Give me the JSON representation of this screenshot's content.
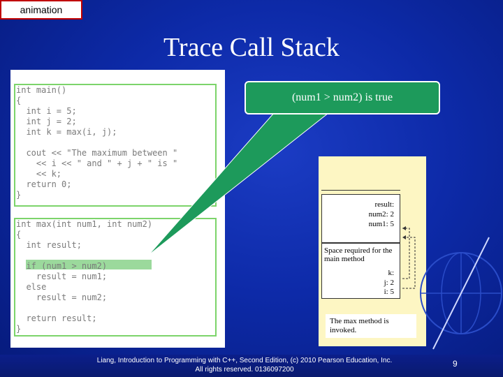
{
  "animation_tag": "animation",
  "title": "Trace Call Stack",
  "callout": "(num1 > num2) is true",
  "code": {
    "main_lines": [
      "int main()",
      "{",
      "  int i = 5;",
      "  int j = 2;",
      "  int k = max(i, j);",
      "",
      "  cout << \"The maximum between \"",
      "    << i << \" and \" + j + \" is \"",
      "    << k;",
      "  return 0;",
      "}"
    ],
    "max_lines": [
      "int max(int num1, int num2)",
      "{",
      "  int result;",
      "",
      "  if (num1 > num2)",
      "    result = num1;",
      "  else",
      "    result = num2;",
      "",
      "  return result;",
      "}"
    ]
  },
  "stack": {
    "max_frame": [
      "result:",
      "num2: 2",
      "num1: 5"
    ],
    "main_label": "Space required for the main method",
    "main_frame": [
      "k:",
      "j: 2",
      "i: 5"
    ],
    "note": "The max method is invoked."
  },
  "footer": {
    "line1": "Liang, Introduction to Programming with C++, Second Edition, (c) 2010 Pearson Education, Inc.",
    "line2": "All rights reserved. 0136097200"
  },
  "page_number": "9",
  "colors": {
    "background": "#0d2aa8",
    "callout": "#1d9a5b",
    "code_box_border": "#7cd46a",
    "highlight": "#9bd99c",
    "stack_panel": "#fdf6c3"
  }
}
